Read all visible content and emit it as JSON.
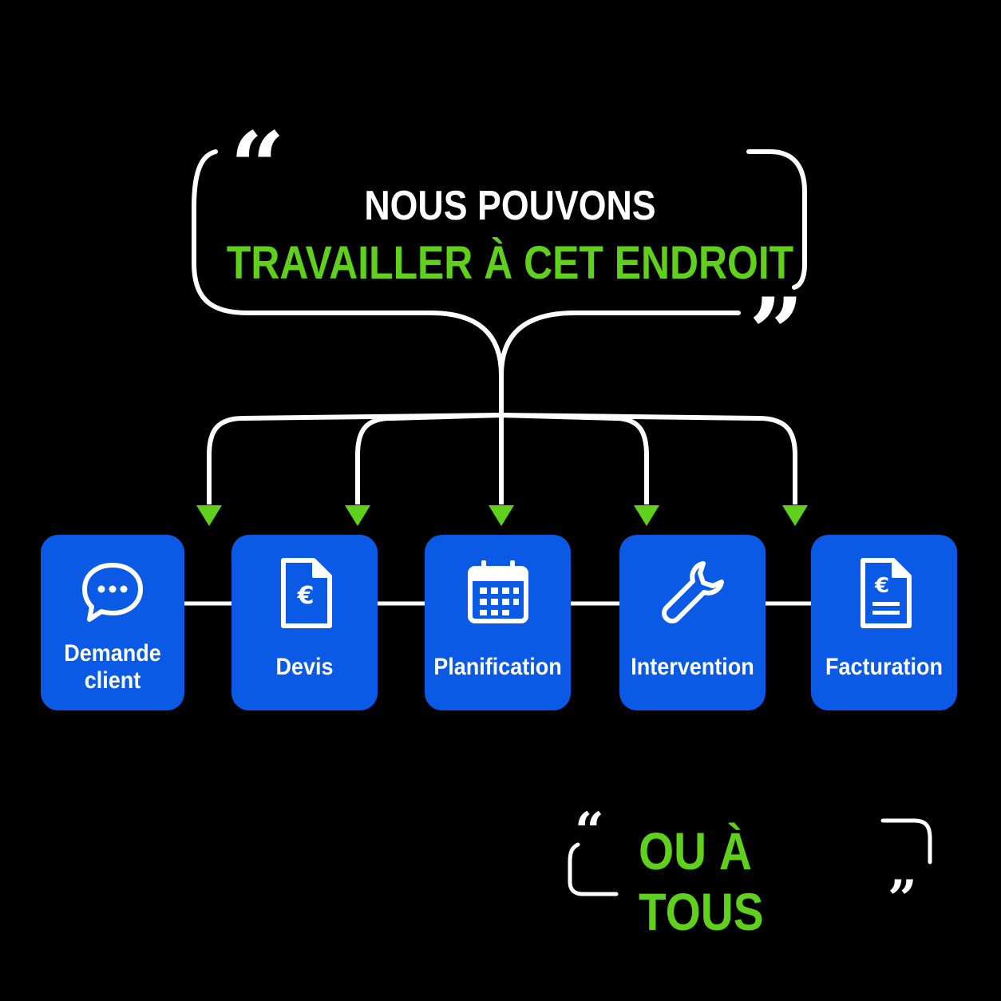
{
  "header": {
    "line1": "NOUS POUVONS",
    "line2": "TRAVAILLER À CET ENDROIT"
  },
  "steps": [
    {
      "label": "Demande\nclient",
      "icon": "chat-bubble-icon"
    },
    {
      "label": "Devis",
      "icon": "euro-document-icon"
    },
    {
      "label": "Planification",
      "icon": "calendar-icon"
    },
    {
      "label": "Intervention",
      "icon": "wrench-icon"
    },
    {
      "label": "Facturation",
      "icon": "invoice-icon"
    }
  ],
  "footer": {
    "text": "OU À TOUS"
  },
  "colors": {
    "background": "#000000",
    "accent": "#5fd11c",
    "card": "#0a5ae6",
    "line": "#ffffff"
  }
}
